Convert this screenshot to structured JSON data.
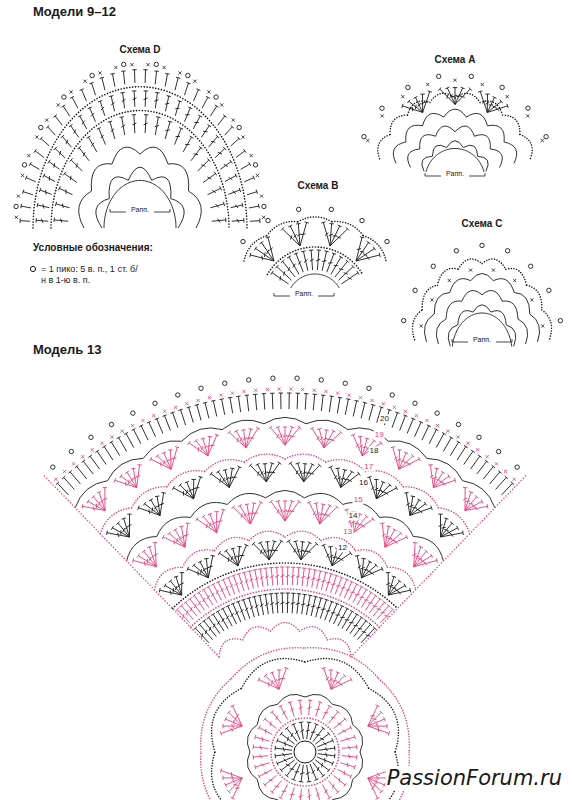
{
  "diagram": {
    "title": "Модели 9–12",
    "labels": [
      "Схема D",
      "Рапп.",
      "Схема A",
      "Рапп.",
      "Схема B",
      "Рапп.",
      "Схема C",
      "Рапп.",
      "Условные обозначения:",
      "Модель 13",
      "20",
      "19",
      "18",
      "17",
      "16",
      "15",
      "14",
      "13",
      "12",
      "PassionForum.ru"
    ],
    "legend": [
      {
        "text": "= 1 пико: 5 в. п., 1 ст. б/н в 1-ю в. п."
      }
    ]
  }
}
